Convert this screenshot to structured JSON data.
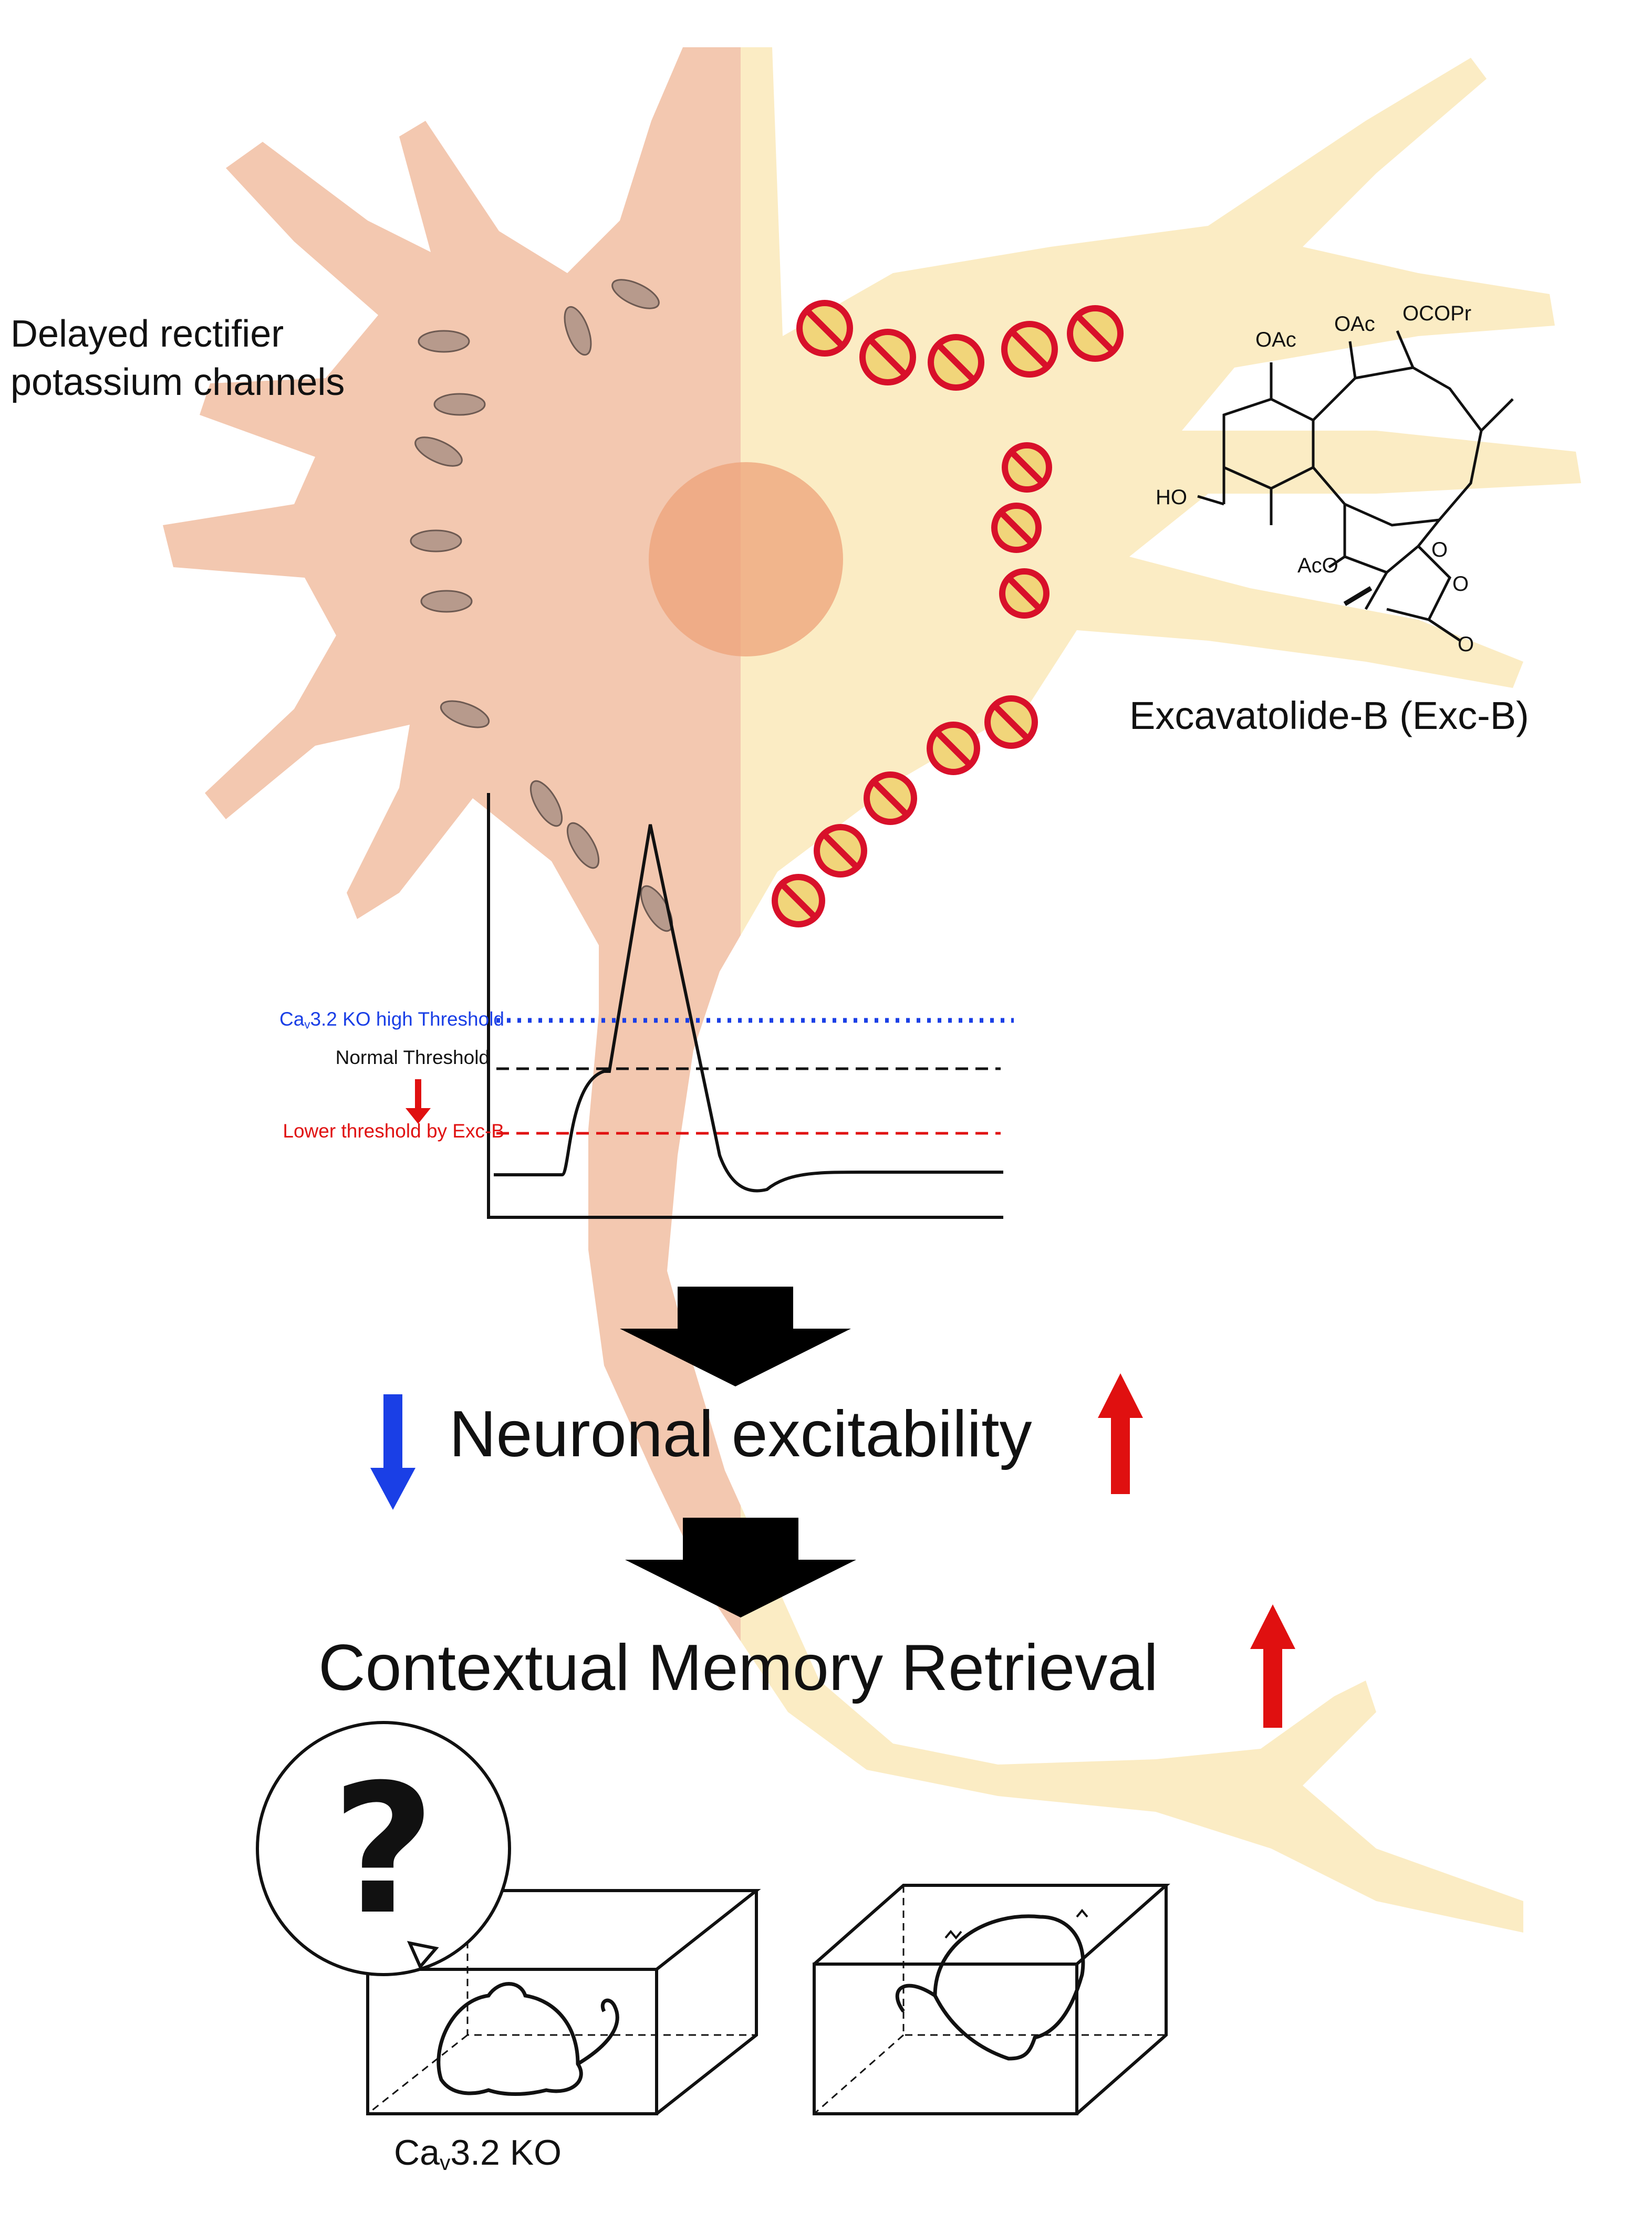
{
  "labels": {
    "channels_line1": "Delayed rectifier",
    "channels_line2": "potassium channels",
    "compound": "Excavatolide-B (Exc-B)"
  },
  "structure": {
    "groups": {
      "oac1": "OAc",
      "oac2": "OAc",
      "ocopr": "OCOPr",
      "ho": "HO",
      "aco": "AcO",
      "o_ring": "O",
      "o_lactone": "O",
      "o_carbonyl": "O"
    }
  },
  "trace": {
    "threshold_high_prefix": "Ca",
    "threshold_high_sub": "v",
    "threshold_high_suffix": "3.2 KO high Threshold",
    "threshold_normal": "Normal Threshold",
    "threshold_lower": "Lower threshold by Exc-B"
  },
  "flow": {
    "excitability": "Neuronal excitability",
    "memory": "Contextual Memory Retrieval"
  },
  "mice": {
    "ko_prefix": "Ca",
    "ko_sub": "v",
    "ko_suffix": "3.2 KO",
    "question_mark": "?"
  },
  "colors": {
    "neuron_left": "#f3c8b0",
    "neuron_right": "#fbecc4",
    "soma_nucleus": "#eda37a",
    "threshold_blue": "#1a3fe6",
    "threshold_red": "#e01010",
    "arrow_black": "#000000"
  }
}
